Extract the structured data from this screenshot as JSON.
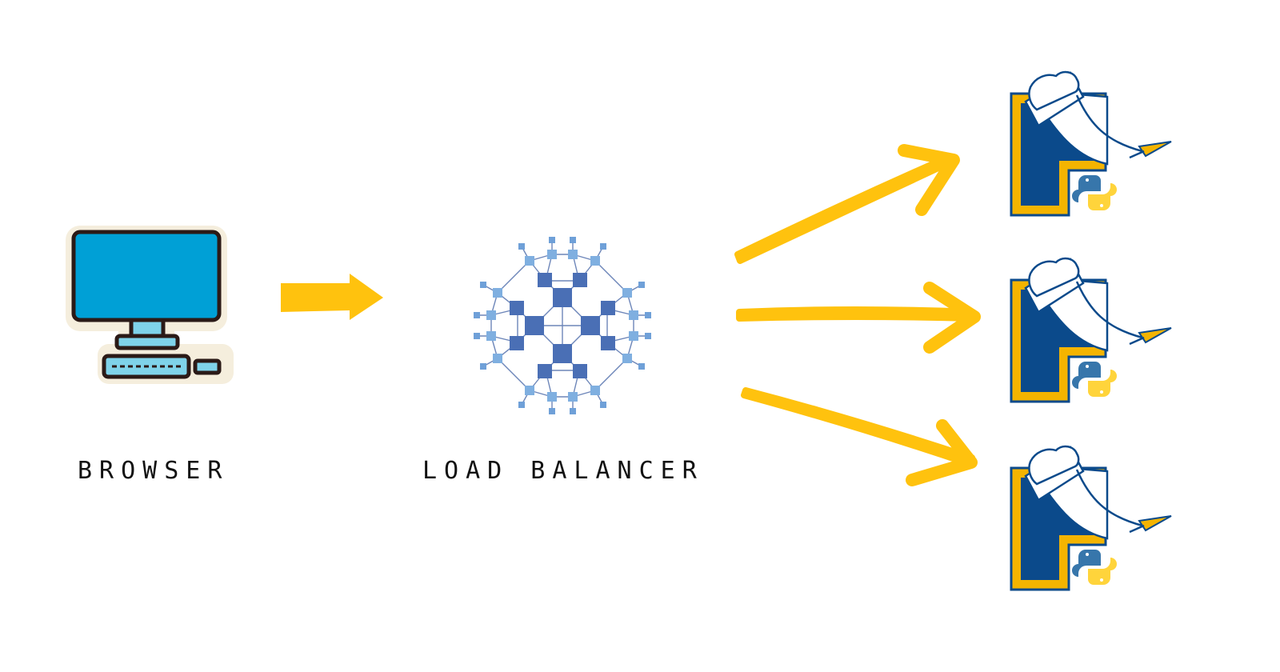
{
  "diagram": {
    "nodes": {
      "browser": {
        "label": "BROWSER",
        "icon": "desktop-computer-icon"
      },
      "load_balancer": {
        "label": "LOAD BALANCER",
        "icon": "network-mesh-icon"
      },
      "servers": [
        {
          "icon": "python-flask-server-icon"
        },
        {
          "icon": "python-flask-server-icon"
        },
        {
          "icon": "python-flask-server-icon"
        }
      ]
    },
    "edges": [
      {
        "from": "browser",
        "to": "load_balancer"
      },
      {
        "from": "load_balancer",
        "to": "servers.0"
      },
      {
        "from": "load_balancer",
        "to": "servers.1"
      },
      {
        "from": "load_balancer",
        "to": "servers.2"
      }
    ]
  },
  "colors": {
    "arrow": "#FFC20E",
    "screen": "#00A0D6",
    "mesh_dark": "#4A6FB5",
    "mesh_light": "#7FAFE0",
    "server_navy": "#0B4A8B",
    "server_yellow": "#F4B400",
    "python_blue": "#3776AB",
    "python_yellow": "#FFD43B"
  }
}
